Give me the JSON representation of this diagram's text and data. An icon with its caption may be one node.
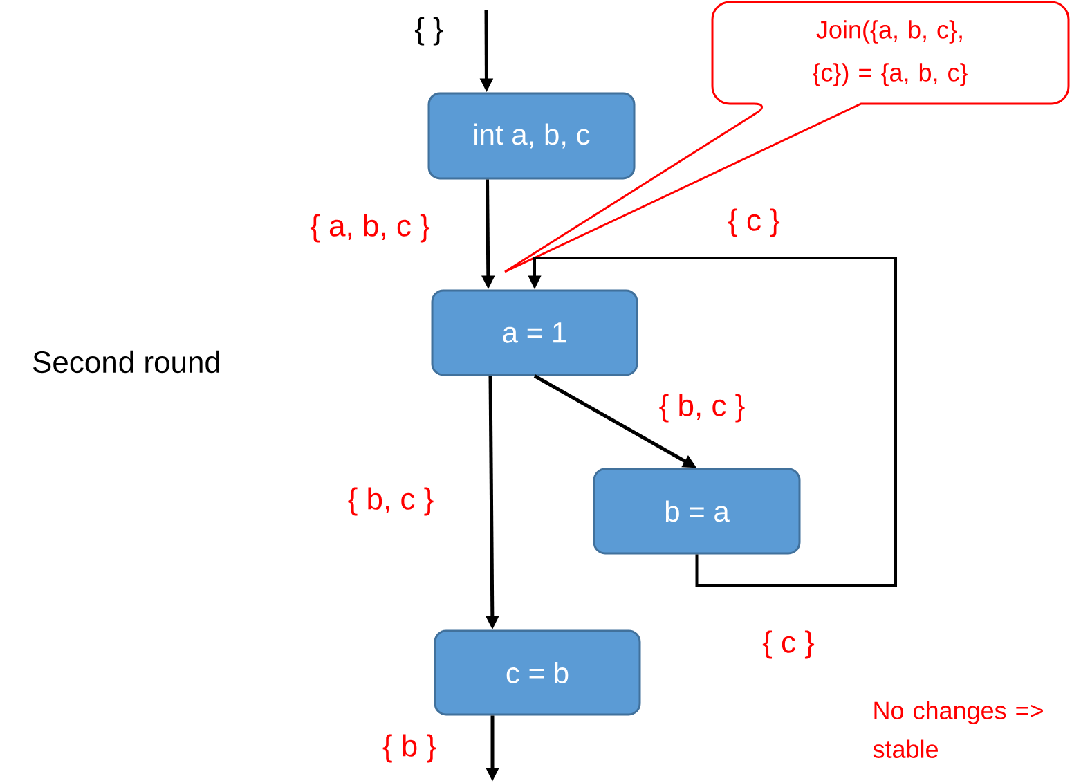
{
  "diagram": {
    "nodes": [
      {
        "text": [
          "int a, b, c"
        ]
      },
      {
        "text": [
          "a = 1"
        ]
      },
      {
        "text": [
          "b = a"
        ]
      },
      {
        "text": [
          "c = b"
        ]
      },
      {
        "text": [
          "Join({a, b, c}, {c}) = {a, b, c}"
        ]
      }
    ],
    "edges": [
      {
        "from": null,
        "to": 0,
        "arrow": "to",
        "label": "{ }"
      },
      {
        "from": 0,
        "to": 1,
        "arrow": "to",
        "label": "{ a, b, c }"
      },
      {
        "from": 1,
        "to": 2,
        "arrow": "to",
        "label": "{ b, c }"
      },
      {
        "from": 1,
        "to": 3,
        "arrow": "to",
        "label": "{ b, c }"
      },
      {
        "from": 2,
        "to": 1,
        "arrow": "to",
        "label": "{ c }"
      },
      {
        "from": 3,
        "to": null,
        "arrow": "to",
        "label": "{ b }"
      }
    ],
    "labels": [
      "Second round",
      "{ c }",
      "No changes => stable"
    ]
  }
}
